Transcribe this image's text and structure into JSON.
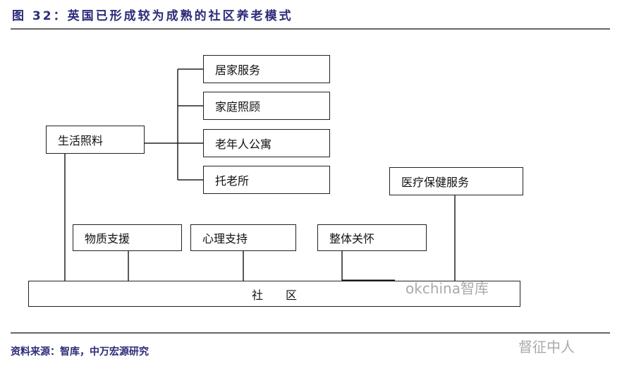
{
  "title": "图 32：英国已形成较为成熟的社区养老模式",
  "nodes": {
    "home_service": "居家服务",
    "family_care": "家庭照顾",
    "elderly_apartment": "老年人公寓",
    "nursing_home": "托老所",
    "life_care": "生活照料",
    "medical_service": "医疗保健服务",
    "material_support": "物质支援",
    "psychological_support": "心理支持",
    "holistic_care": "整体关怀",
    "community": "社　　区"
  },
  "source": "资料来源：智库，中万宏源研究",
  "watermarks": [
    "okchina智库",
    "督征中人"
  ]
}
